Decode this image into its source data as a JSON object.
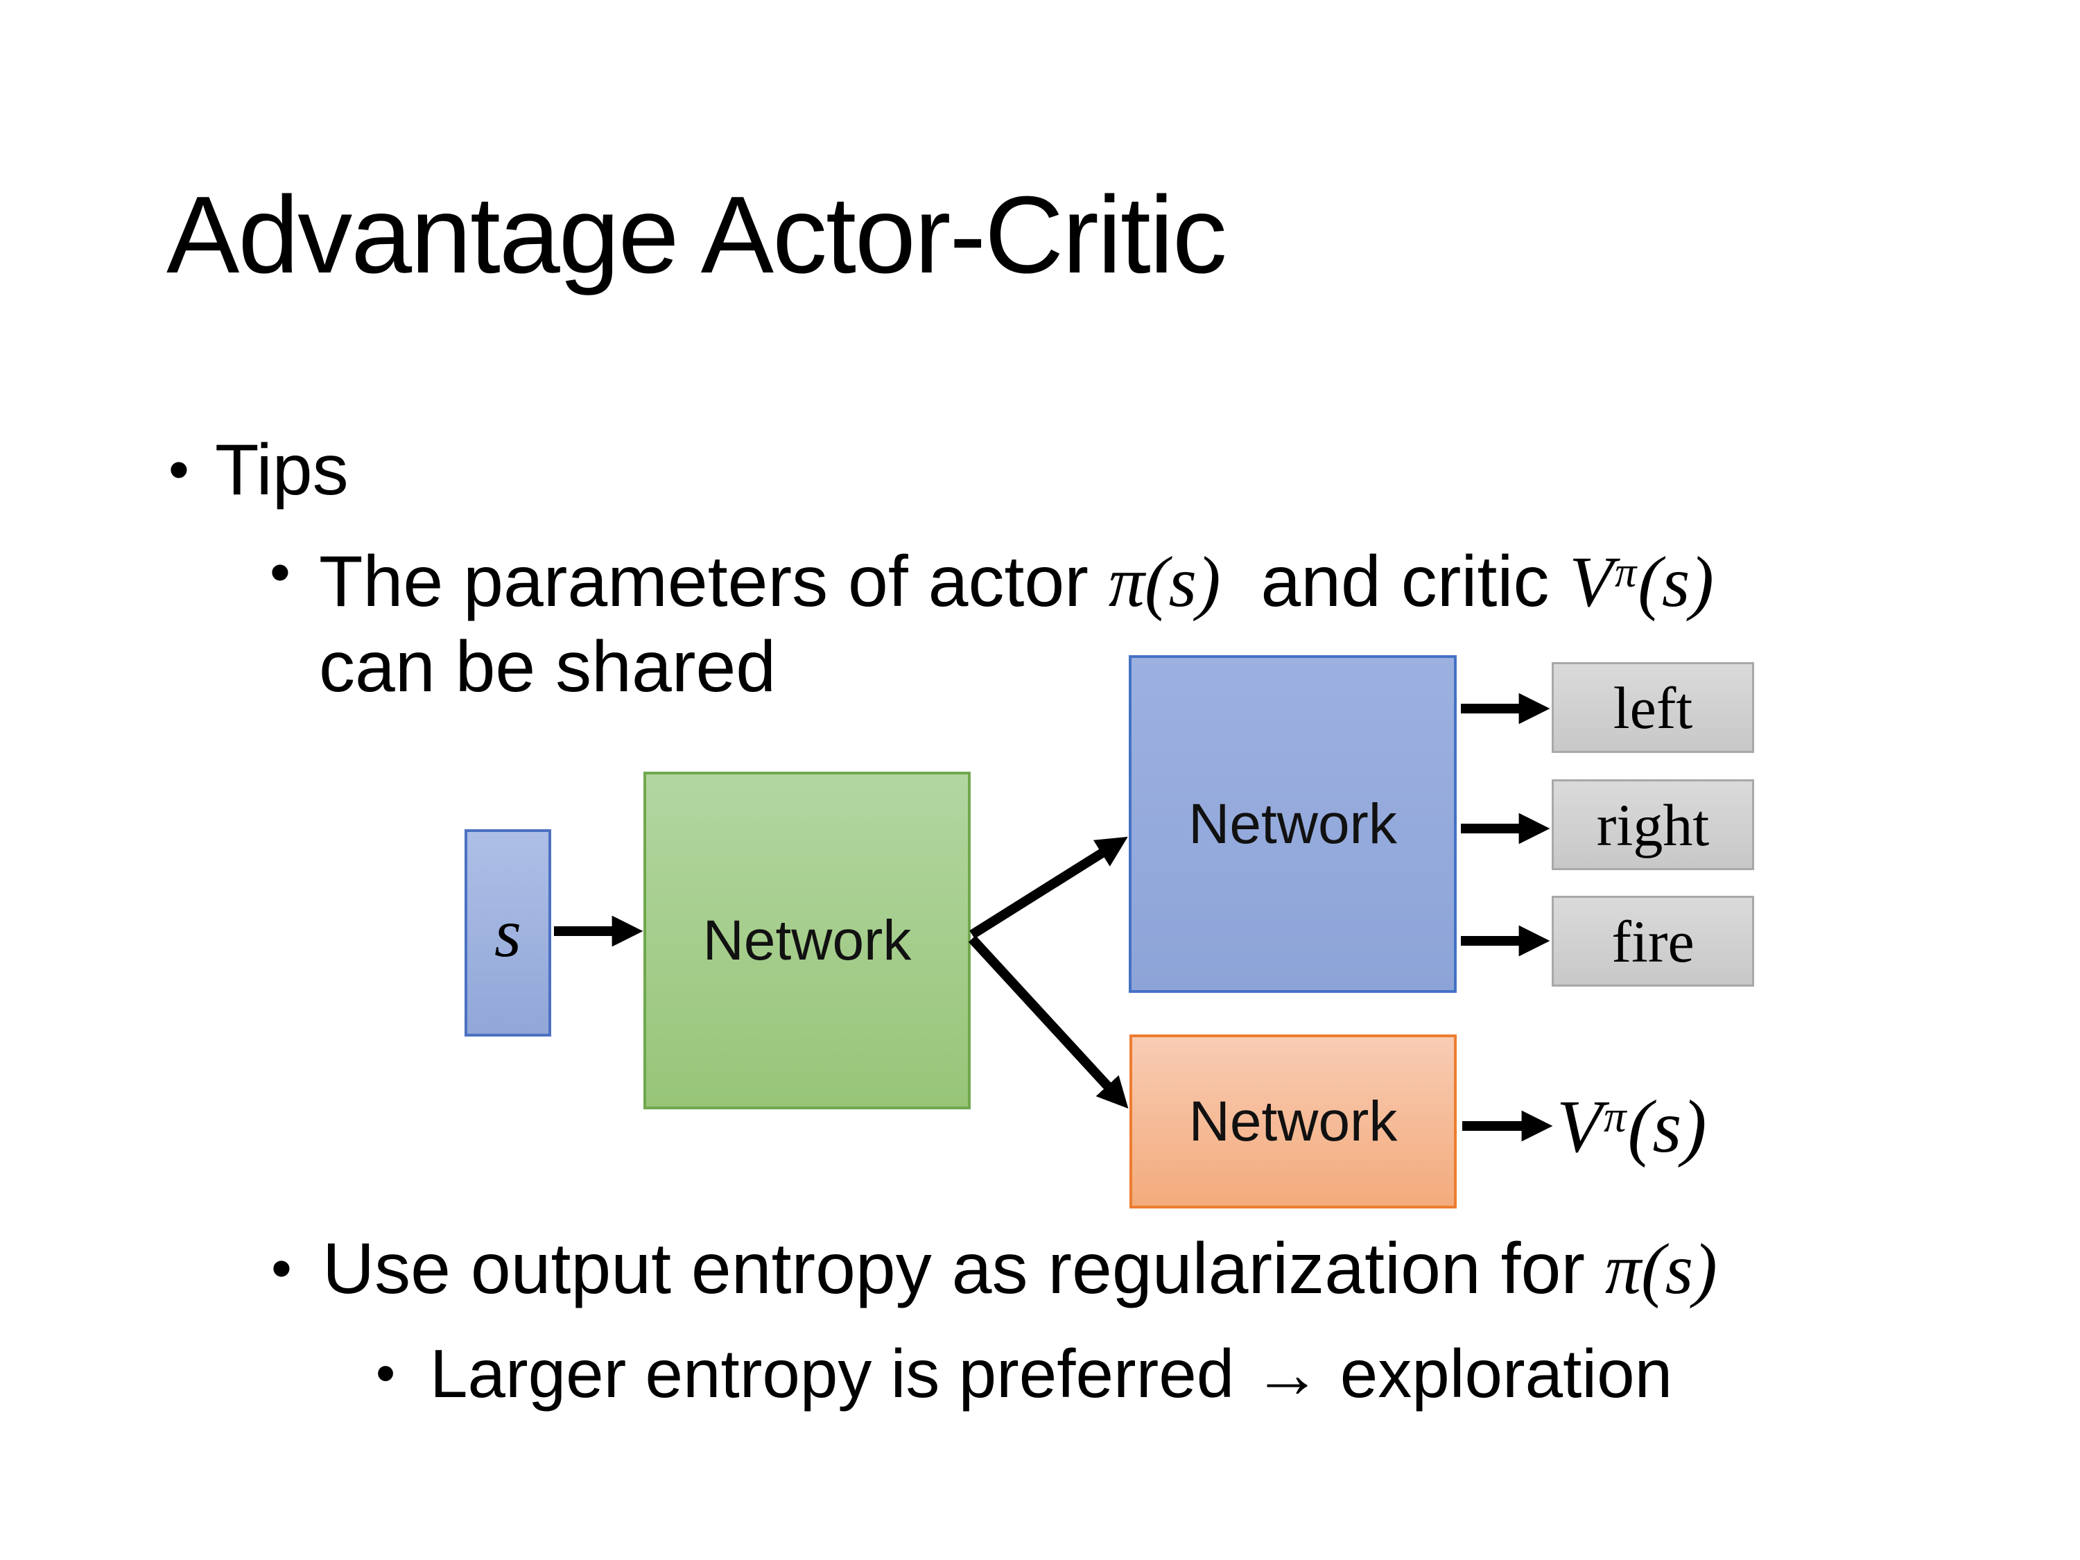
{
  "slide": {
    "title": "Advantage Actor-Critic",
    "bullet_char": "•",
    "bullets": {
      "tips": "Tips",
      "shared_pre": "The parameters of actor ",
      "shared_mid": "  and critic ",
      "shared_line2": "can be shared",
      "entropy_pre": "Use output entropy as regularization for ",
      "entropy_sub": "Larger entropy is preferred → exploration"
    }
  },
  "math": {
    "pi_s": "π(s)",
    "V": "V",
    "pi": "π",
    "paren_s": "(s)"
  },
  "diagram": {
    "input_label": "s",
    "shared_network_label": "Network",
    "actor_network_label": "Network",
    "critic_network_label": "Network",
    "action_outputs": [
      "left",
      "right",
      "fire"
    ],
    "colors": {
      "input_fill": "#9FB3E1",
      "input_border": "#4B71C1",
      "shared_fill": "#A5CE8C",
      "shared_border": "#71A84F",
      "actor_fill": "#95A9DB",
      "actor_border": "#4472C4",
      "critic_fill": "#F4B183",
      "critic_border": "#ED7D31",
      "output_fill": "#D2D2D2",
      "output_border": "#A8A8A8",
      "arrow": "#000000"
    }
  }
}
